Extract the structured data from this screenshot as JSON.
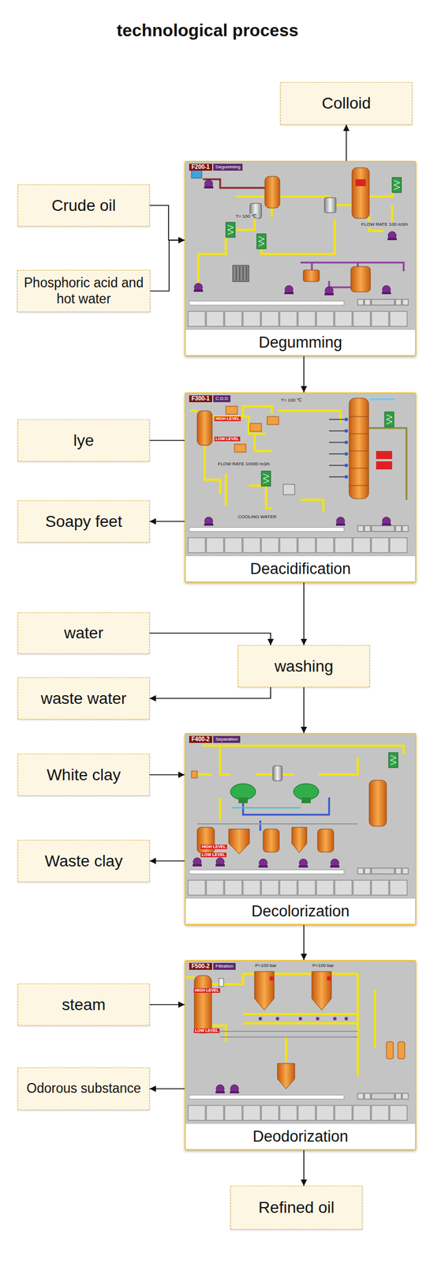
{
  "diagram": {
    "title": "technological process",
    "nodes": [
      {
        "text": [
          "Colloid"
        ]
      },
      {
        "text": [
          "Crude oil"
        ]
      },
      {
        "text": [
          "Phosphoric acid and hot water"
        ]
      },
      {
        "text": [
          "Degumming"
        ]
      },
      {
        "text": [
          "lye"
        ]
      },
      {
        "text": [
          "Soapy feet"
        ]
      },
      {
        "text": [
          "Deacidification"
        ]
      },
      {
        "text": [
          "water"
        ]
      },
      {
        "text": [
          "washing"
        ]
      },
      {
        "text": [
          "waste water"
        ]
      },
      {
        "text": [
          "White clay"
        ]
      },
      {
        "text": [
          "Waste clay"
        ]
      },
      {
        "text": [
          "Decolorization"
        ]
      },
      {
        "text": [
          "steam"
        ]
      },
      {
        "text": [
          "Odorous substance"
        ]
      },
      {
        "text": [
          "Deodorization"
        ]
      },
      {
        "text": [
          "Refined oil"
        ]
      }
    ],
    "edges": [
      {
        "from": 1,
        "to": 3,
        "arrow": "to"
      },
      {
        "from": 2,
        "to": 3,
        "arrow": "to"
      },
      {
        "from": 3,
        "to": 0,
        "arrow": "to"
      },
      {
        "from": 3,
        "to": 6,
        "arrow": "to"
      },
      {
        "from": 4,
        "to": 6,
        "arrow": "none"
      },
      {
        "from": 6,
        "to": 5,
        "arrow": "to"
      },
      {
        "from": 6,
        "to": 8,
        "arrow": "to"
      },
      {
        "from": 7,
        "to": 8,
        "arrow": "to"
      },
      {
        "from": 8,
        "to": 9,
        "arrow": "to"
      },
      {
        "from": 8,
        "to": 12,
        "arrow": "to"
      },
      {
        "from": 10,
        "to": 12,
        "arrow": "to"
      },
      {
        "from": 12,
        "to": 11,
        "arrow": "to"
      },
      {
        "from": 12,
        "to": 15,
        "arrow": "to"
      },
      {
        "from": 13,
        "to": 15,
        "arrow": "to"
      },
      {
        "from": 15,
        "to": 14,
        "arrow": "to"
      },
      {
        "from": 15,
        "to": 16,
        "arrow": "to"
      }
    ],
    "labels": [
      "F200-1",
      "Degumming",
      "T= 100 ℃",
      "FLOW RATE 100 m3/h",
      "F300-1",
      "C.D.D",
      "T= 100 ℃",
      "HIGH LEVEL",
      "LOW LEVEL",
      "FLOW RATE 10000 m3/h",
      "COOLING WATER",
      "F400-2",
      "Separation",
      "HIGH LEVEL",
      "LOW LEVEL",
      "F500-2",
      "Filtration",
      "P=100 bar",
      "P=100 bar",
      "HIGH LEVEL",
      "LOW LEVEL"
    ]
  }
}
